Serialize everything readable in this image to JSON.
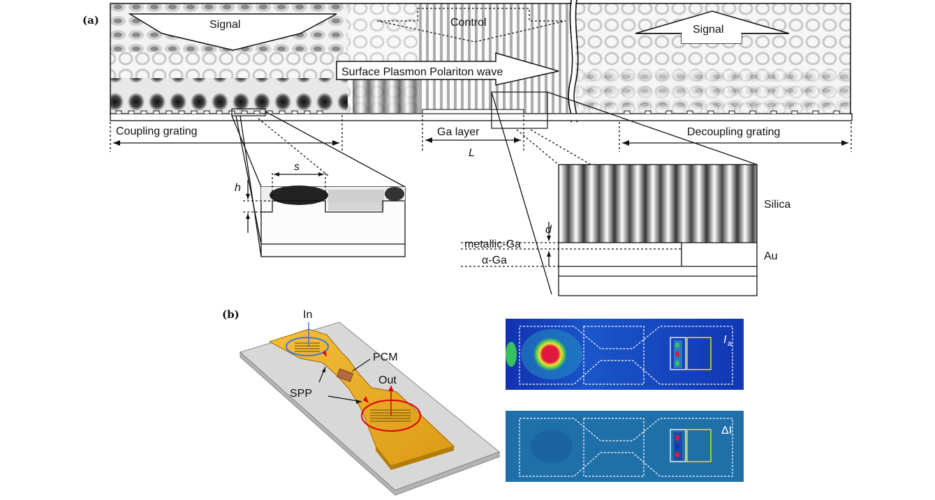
{
  "panel_a": {
    "label": "(a)",
    "arrows": {
      "signal_in": "Signal",
      "control": "Control",
      "signal_out": "Signal",
      "spp": "Surface Plasmon Polariton wave"
    },
    "regions": {
      "coupling": "Coupling grating",
      "ga_layer": "Ga layer",
      "length_symbol": "L",
      "decoupling": "Decoupling grating"
    },
    "grating_inset": {
      "s": "s",
      "h": "h"
    },
    "layer_inset": {
      "d": "d",
      "silica": "Silica",
      "au": "Au",
      "metallic_ga": "metallic-Ga",
      "alpha_ga": "α-Ga"
    }
  },
  "panel_b": {
    "label": "(b)",
    "device": {
      "in": "In",
      "pcm": "PCM",
      "out": "Out",
      "spp": "SPP"
    },
    "maps": {
      "top_label": "I",
      "top_sub": "a",
      "bottom_label": "ΔI"
    }
  },
  "colors": {
    "gold": "#e8a81e",
    "substrate": "#d8d8d8",
    "map_bg": "#1535b5",
    "map_bg2": "#1f6fa8",
    "hotspot": "#e31a3c",
    "outline_yellow": "#e6e600"
  }
}
